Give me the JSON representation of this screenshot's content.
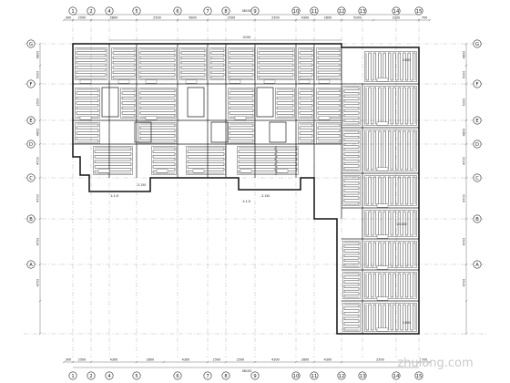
{
  "axes": {
    "top": [
      "1",
      "2",
      "4",
      "5",
      "6",
      "7",
      "8",
      "9",
      "10",
      "11",
      "12",
      "13",
      "14",
      "15"
    ],
    "bottom": [
      "1",
      "2",
      "4",
      "5",
      "6",
      "7",
      "8",
      "9",
      "10",
      "11",
      "12",
      "13",
      "14",
      "15"
    ],
    "left": [
      "G",
      "F",
      "E",
      "D",
      "C",
      "B",
      "A"
    ],
    "right": [
      "G",
      "F",
      "E",
      "D",
      "C",
      "B",
      "A"
    ]
  },
  "dims": {
    "top_segments": [
      "300",
      "2500",
      "5800",
      "2500",
      "5800",
      "2500",
      "2500",
      "4300",
      "2600",
      "5000",
      "3350",
      "700"
    ],
    "top_total": "48100",
    "top_secondary": "4150",
    "bottom_segments": [
      "300",
      "2500",
      "4300",
      "2800",
      "4300",
      "2500",
      "2500",
      "4300",
      "2800",
      "4300",
      "2500",
      "700"
    ],
    "bottom_total": "48100",
    "left_segments": [
      "4800",
      "5000",
      "2500",
      "4800",
      "4700",
      "4700",
      "4700",
      "4700"
    ],
    "right_segments": [
      "4800",
      "5000",
      "5000",
      "4800",
      "4700",
      "4700",
      "4700",
      "4700"
    ]
  },
  "labels": {
    "level_left": "-3.150",
    "level_mid": "-3.150",
    "level_right": "±0.000",
    "level_top": "2.800",
    "level_bottom": "2.800",
    "note_left": "1:1:5",
    "note_mid": "1:1:5"
  },
  "watermark": "zhulong.com"
}
